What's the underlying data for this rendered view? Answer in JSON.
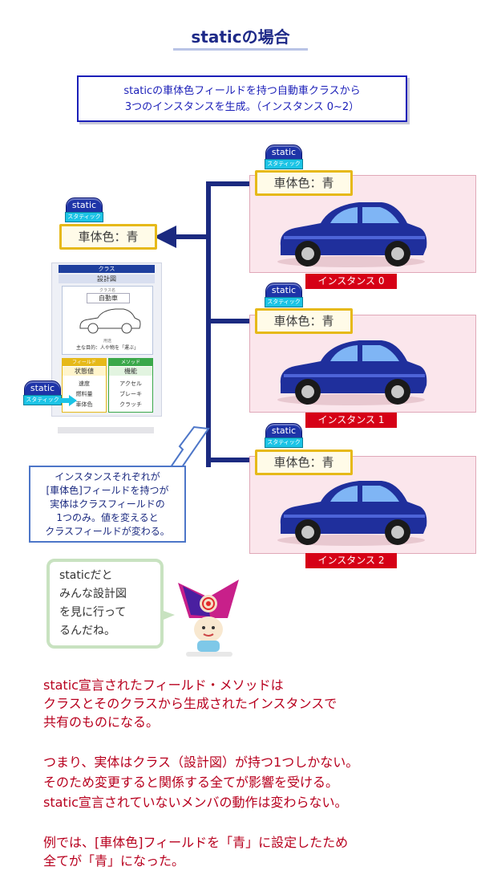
{
  "title": "staticの場合",
  "description": {
    "line1": "staticの車体色フィールドを持つ自動車クラスから",
    "line2": "3つのインスタンスを生成。（インスタンス 0~2）"
  },
  "badge": {
    "label": "static",
    "sub": "スタティック"
  },
  "field_tag": "車体色：青",
  "instances": [
    "インスタンス 0",
    "インスタンス 1",
    "インスタンス 2"
  ],
  "class_card": {
    "header": "クラス",
    "subtitle": "設計図",
    "class_name_small": "クラス名",
    "class_name": "自動車",
    "usage_small": "用途",
    "usage": "主な目的：人や物を「運ぶ」",
    "field_header": "フィールド",
    "field_title": "状態値",
    "fields": [
      "速度",
      "燃料量",
      "車体色"
    ],
    "method_header": "メソッド",
    "method_title": "機能",
    "methods": [
      "アクセル",
      "ブレーキ",
      "クラッチ"
    ]
  },
  "callout": [
    "インスタンスそれぞれが",
    "[車体色]フィールドを持つが",
    "実体はクラスフィールドの",
    "1つのみ。値を変えると",
    "クラスフィールドが変わる。"
  ],
  "speech": [
    "staticだと",
    "みんな設計図",
    "を見に行って",
    "るんだね。"
  ],
  "summary": [
    "static宣言されたフィールド・メソッドは",
    "クラスとそのクラスから生成されたインスタンスで",
    "共有のものになる。",
    "つまり、実体はクラス（設計図）が持つ1つしかない。",
    "そのため変更すると関係する全てが影響を受ける。",
    "static宣言されていないメンバの動作は変わらない。",
    "例では、[車体色]フィールドを「青」に設定したため",
    "全てが「青」になった。"
  ],
  "colors": {
    "navy": "#1b2a80",
    "red": "#d60016",
    "summary_text": "#b8001e",
    "car_blue": "#1f2f9c"
  }
}
